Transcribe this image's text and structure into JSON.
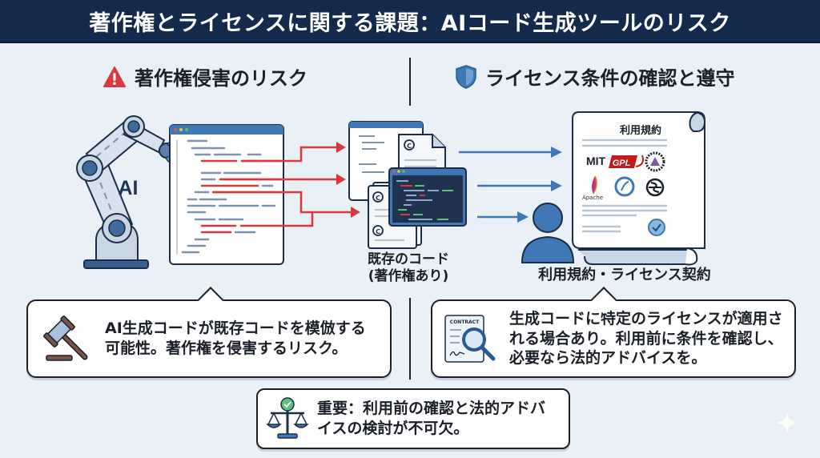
{
  "title": "著作権とライセンスに関する課題：AIコード生成ツールのリスク",
  "left_section": {
    "heading": "著作権侵害のリスク",
    "heading_icon": "warning-triangle-icon",
    "robot_label": "AI",
    "existing_code_caption_line1": "既存のコード",
    "existing_code_caption_line2": "(著作権あり)",
    "callout_text": "AI生成コードが既存コードを模倣する可能性。著作権を侵害するリスク。",
    "callout_icon": "gavel-icon"
  },
  "right_section": {
    "heading": "ライセンス条件の確認と遵守",
    "heading_icon": "shield-icon",
    "document_title": "利用規約",
    "license_logos": [
      "MIT",
      "GPL",
      "Apache"
    ],
    "caption": "利用規約・ライセンス契約",
    "callout_text": "生成コードに特定のライセンスが適用される場合あり。利用前に条件を確認し、必要なら法的アドバイスを。",
    "callout_icon": "contract-magnifier-icon",
    "contract_label": "CONTRACT"
  },
  "bottom_callout": {
    "text": "重要：利用前の確認と法的アドバイスの検討が不可欠。",
    "icon": "scales-check-icon"
  },
  "colors": {
    "title_bg": "#142a4c",
    "background": "#eaf1f6",
    "accent_red": "#d9393e",
    "accent_blue": "#3f78b5",
    "code_green": "#5cbf7a"
  }
}
